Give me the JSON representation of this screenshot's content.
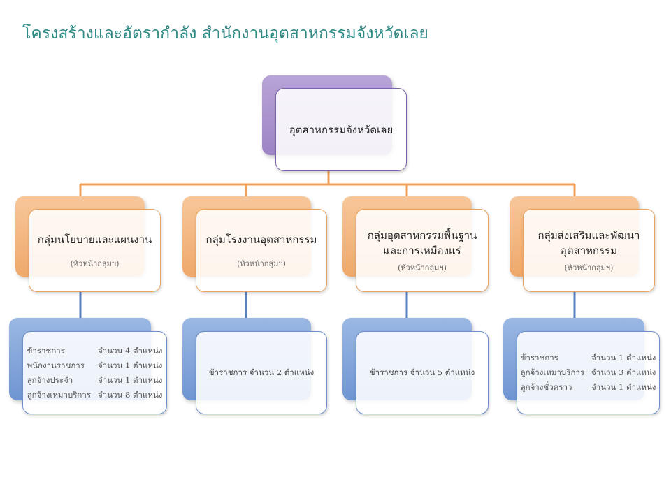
{
  "title": "โครงสร้างและอัตรากำลัง สำนักงานอุตสาหกรรมจังหวัดเลย",
  "top": {
    "label": "อุตสาหกรรมจังหวัดเลย"
  },
  "groups": [
    {
      "name_line1": "กลุ่มนโยบายและแผนงาน",
      "name_line2": "",
      "note": "(หัวหน้ากลุ่มฯ)",
      "staff": [
        {
          "role": "ข้าราชการ",
          "count": "จำนวน 4 ตำแหน่ง"
        },
        {
          "role": "พนักงานราชการ",
          "count": "จำนวน 1 ตำแหน่ง"
        },
        {
          "role": "ลูกจ้างประจำ",
          "count": "จำนวน 1 ตำแหน่ง"
        },
        {
          "role": "ลูกจ้างเหมาบริการ",
          "count": "จำนวน 8 ตำแหน่ง"
        }
      ]
    },
    {
      "name_line1": "กลุ่มโรงงานอุตสาหกรรม",
      "name_line2": "",
      "note": "(หัวหน้ากลุ่มฯ)",
      "staff_text": "ข้าราชการ จำนวน 2 ตำแหน่ง"
    },
    {
      "name_line1": "กลุ่มอุตสาหกรรมพื้นฐาน",
      "name_line2": "และการเหมืองแร่",
      "note": "(หัวหน้ากลุ่มฯ)",
      "staff_text": "ข้าราชการ จำนวน 5 ตำแหน่ง"
    },
    {
      "name_line1": "กลุ่มส่งเสริมและพัฒนา",
      "name_line2": "อุตสาหกรรม",
      "note": "(หัวหน้ากลุ่มฯ)",
      "staff": [
        {
          "role": "ข้าราชการ",
          "count": "จำนวน 1 ตำแหน่ง"
        },
        {
          "role": "ลูกจ้างเหมาบริการ",
          "count": "จำนวน 3 ตำแหน่ง"
        },
        {
          "role": "ลูกจ้างชั่วคราว",
          "count": "จำนวน 1 ตำแหน่ง"
        }
      ]
    }
  ],
  "colors": {
    "title": "#2f8a86",
    "top_box": "#9d84c6",
    "group_box": "#efa86a",
    "staff_box": "#6f95d2",
    "connector_orange": "#ef9f57",
    "connector_blue": "#5a82c0"
  }
}
